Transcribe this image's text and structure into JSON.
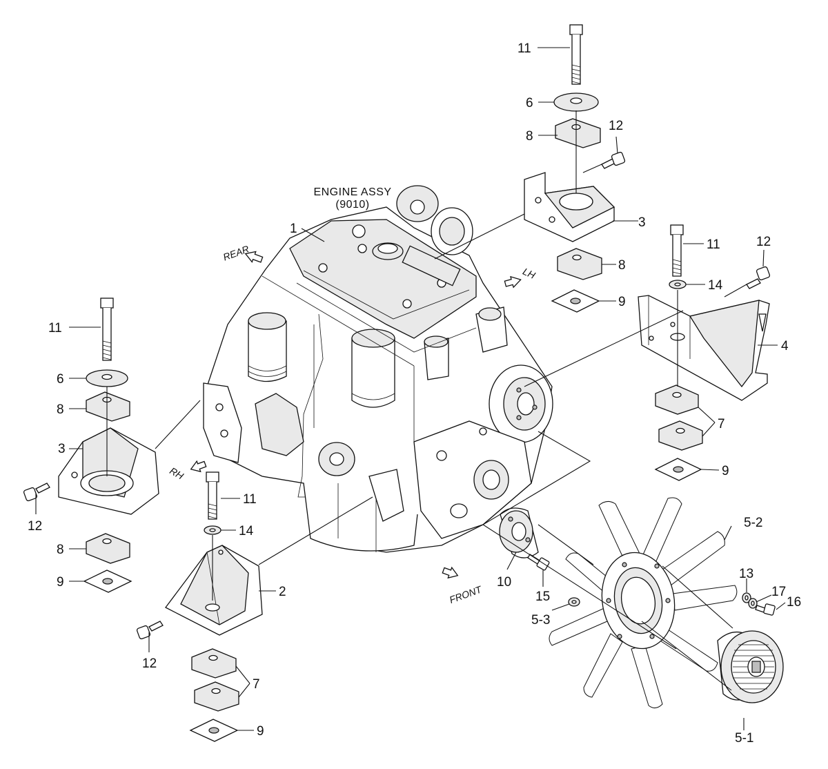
{
  "engine_label": {
    "title": "ENGINE ASSY",
    "code": "(9010)"
  },
  "directions": {
    "rear": "REAR",
    "lh": "LH",
    "rh": "RH",
    "front": "FRONT"
  },
  "callouts": {
    "c1": "1",
    "c2": "2",
    "c3_top": "3",
    "c3_left": "3",
    "c4": "4",
    "c5_1": "5-1",
    "c5_2": "5-2",
    "c5_3": "5-3",
    "c6_top": "6",
    "c6_left": "6",
    "c7_right": "7",
    "c7_bottom": "7",
    "c8_top": "8",
    "c8_mid": "8",
    "c8_left_top": "8",
    "c8_left_bot": "8",
    "c9_top": "9",
    "c9_right": "9",
    "c9_left": "9",
    "c9_bottom": "9",
    "c10": "10",
    "c11_top": "11",
    "c11_right": "11",
    "c11_left": "11",
    "c11_center": "11",
    "c12_top": "12",
    "c12_right": "12",
    "c12_left": "12",
    "c12_bottom": "12",
    "c13": "13",
    "c14_right": "14",
    "c14_center": "14",
    "c15": "15",
    "c16": "16",
    "c17": "17"
  }
}
